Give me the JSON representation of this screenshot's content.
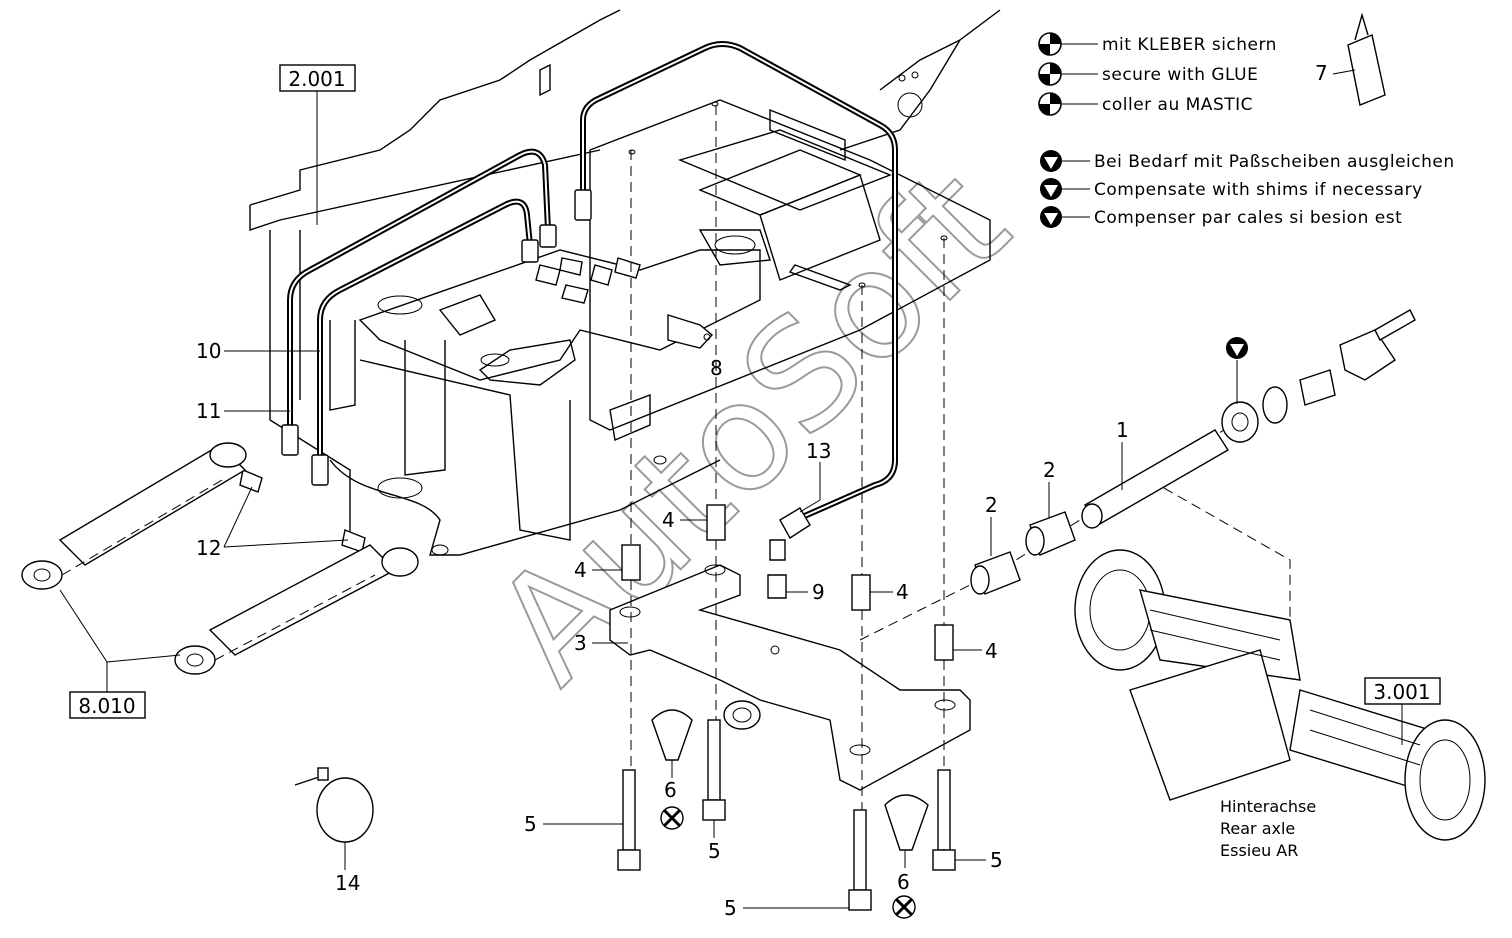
{
  "watermark": "AutoSoft",
  "references": [
    {
      "id": "ref-2001",
      "text": "2.001"
    },
    {
      "id": "ref-8010",
      "text": "8.010"
    },
    {
      "id": "ref-3001",
      "text": "3.001"
    }
  ],
  "legend": {
    "glue": [
      "mit KLEBER sichern",
      "secure with GLUE",
      "coller au MASTIC"
    ],
    "glue_item": "7",
    "shims": [
      "Bei Bedarf mit Paßscheiben ausgleichen",
      "Compensate with shims if necessary",
      "Compenser par cales si besion est"
    ]
  },
  "rear_axle": [
    "Hinterachse",
    "Rear axle",
    "Essieu AR"
  ],
  "callouts": [
    "10",
    "11",
    "12",
    "8",
    "13",
    "4",
    "4",
    "4",
    "4",
    "9",
    "3",
    "1",
    "2",
    "2",
    "6",
    "6",
    "5",
    "5",
    "5",
    "5",
    "14"
  ]
}
